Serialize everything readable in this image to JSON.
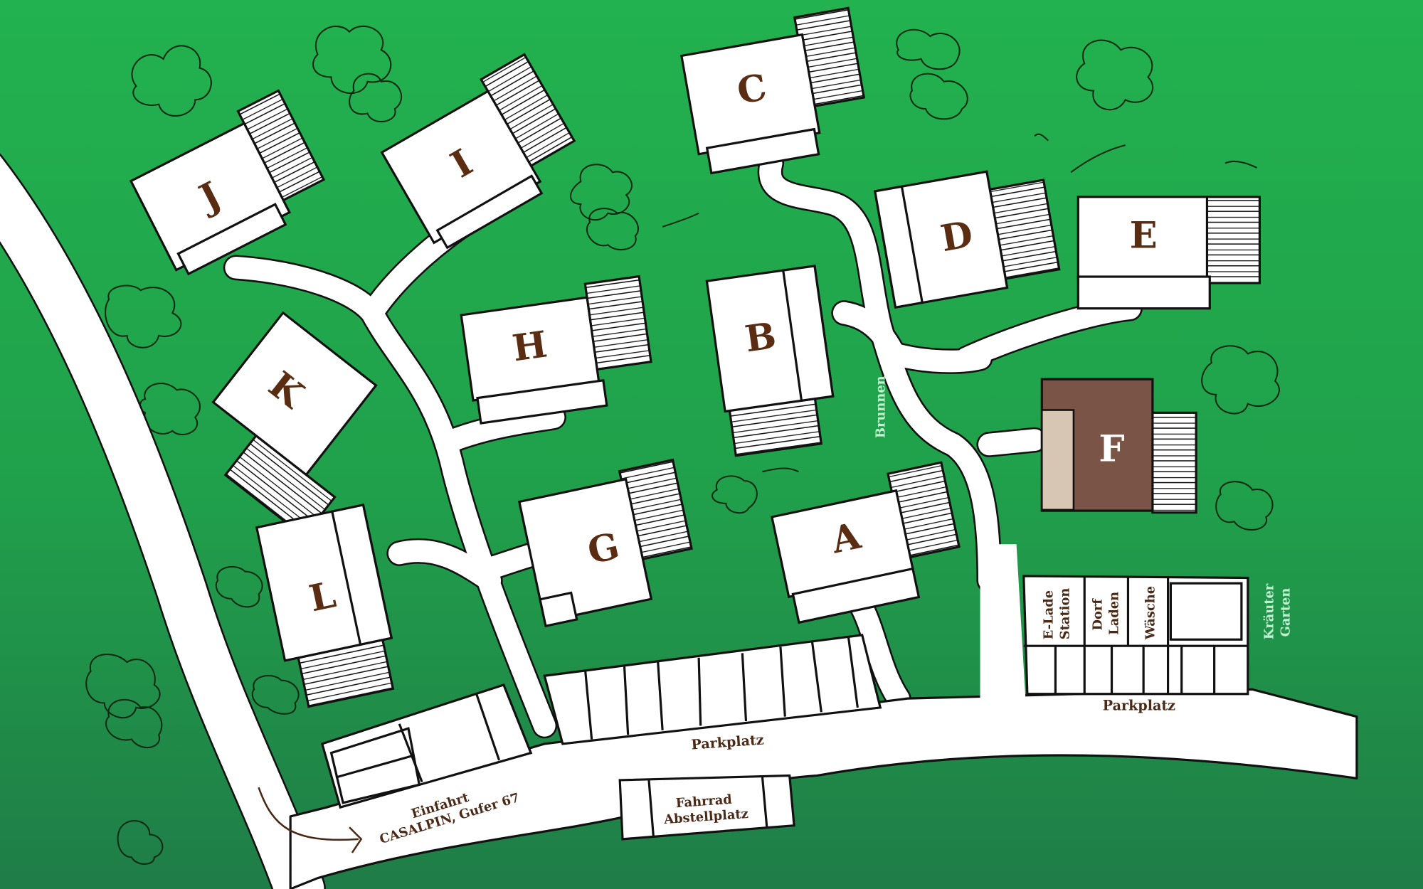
{
  "map": {
    "colors": {
      "grass_top": "#22b24f",
      "grass_bottom": "#1f7d47",
      "road": "#ffffff",
      "outline": "#111111",
      "text": "#4a2a16",
      "highlight_building": "#7a5446",
      "highlight_side": "#d8c6b4"
    },
    "buildings": [
      {
        "id": "J",
        "label": "J"
      },
      {
        "id": "I",
        "label": "I"
      },
      {
        "id": "C",
        "label": "C"
      },
      {
        "id": "D",
        "label": "D"
      },
      {
        "id": "E",
        "label": "E"
      },
      {
        "id": "K",
        "label": "K"
      },
      {
        "id": "H",
        "label": "H"
      },
      {
        "id": "B",
        "label": "B"
      },
      {
        "id": "F",
        "label": "F",
        "highlighted": true
      },
      {
        "id": "L",
        "label": "L"
      },
      {
        "id": "G",
        "label": "G"
      },
      {
        "id": "A",
        "label": "A"
      }
    ],
    "labels": {
      "brunnen": "Brunnen",
      "parkplatz_left": "Parkplatz",
      "parkplatz_right": "Parkplatz",
      "e_lade_1": "E-Lade",
      "e_lade_2": "Station",
      "dorf_1": "Dorf",
      "dorf_2": "Laden",
      "waesche": "Wäsche",
      "kraeuter_1": "Kräuter",
      "kraeuter_2": "Garten",
      "einfahrt_1": "Einfahrt",
      "einfahrt_2": "CASALPIN, Gufer 67",
      "fahrrad_1": "Fahrrad",
      "fahrrad_2": "Abstellplatz"
    }
  }
}
